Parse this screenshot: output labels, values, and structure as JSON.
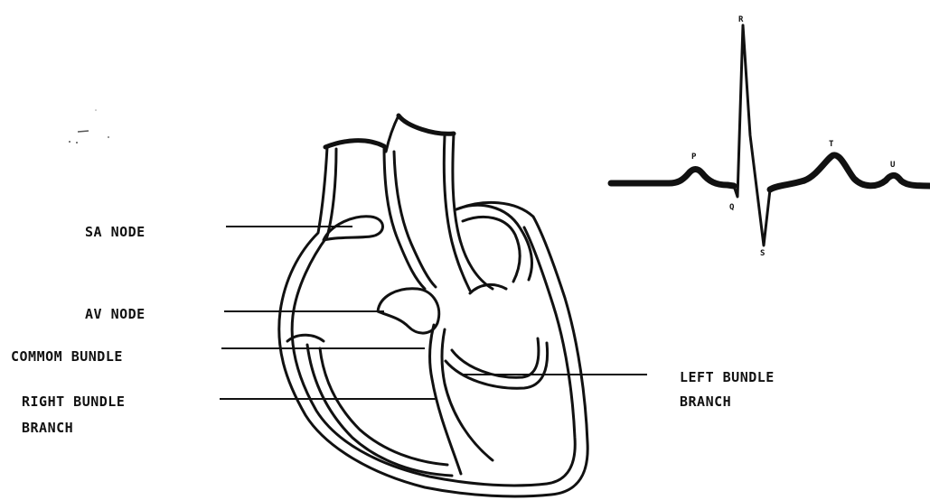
{
  "labels": {
    "sa_node": "SA NODE",
    "av_node": "AV NODE",
    "common_bundle": "COMMOM BUNDLE",
    "right_bundle_line1": "RIGHT BUNDLE",
    "right_bundle_line2": "BRANCH",
    "left_bundle_line1": "LEFT BUNDLE",
    "left_bundle_line2": "BRANCH"
  },
  "ecg_waves": {
    "p": "P",
    "q": "Q",
    "r": "R",
    "s": "S",
    "t": "T",
    "u": "U"
  },
  "colors": {
    "ink": "#111111",
    "background": "#ffffff"
  }
}
